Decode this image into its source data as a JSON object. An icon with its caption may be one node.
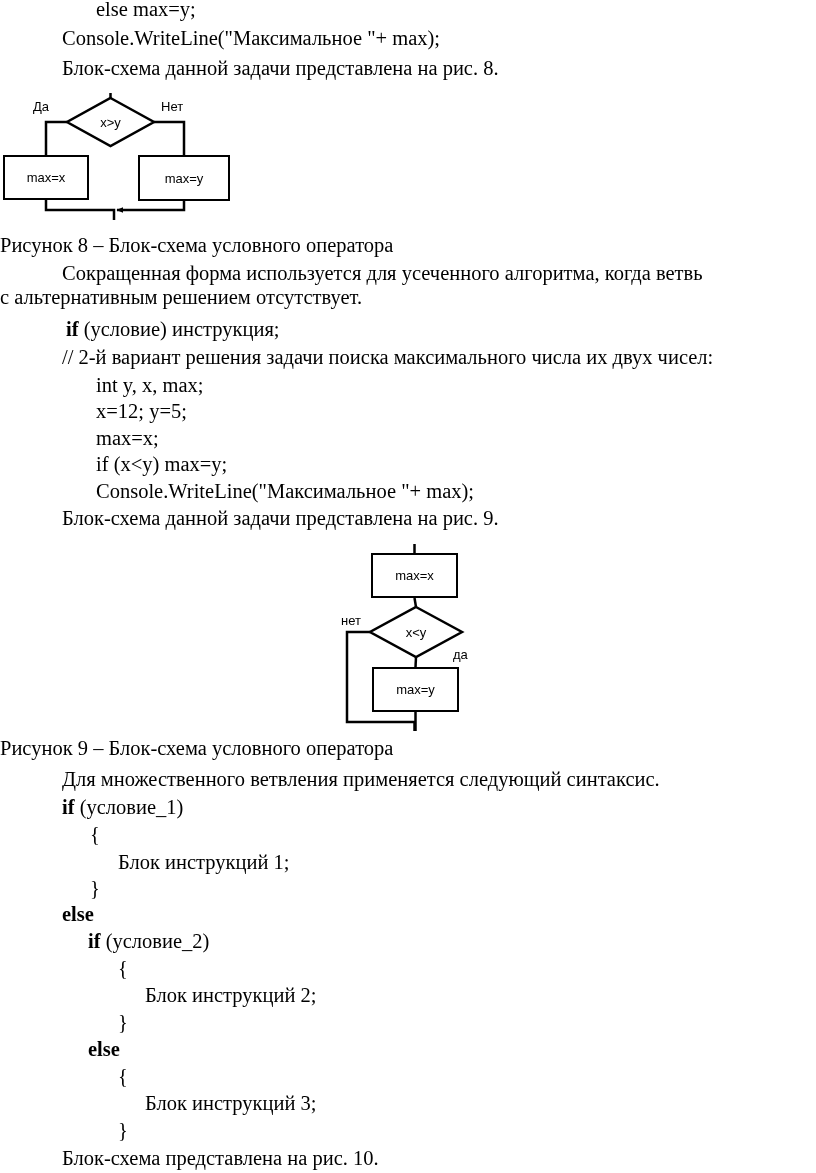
{
  "diagram": {
    "nodes": [
      {
        "text": [
          "x>y"
        ]
      },
      {
        "text": [
          "max=x"
        ]
      },
      {
        "text": [
          "max=y"
        ]
      },
      {
        "text": [
          "max=x"
        ]
      },
      {
        "text": [
          "x<y"
        ]
      },
      {
        "text": [
          "max=y"
        ]
      }
    ],
    "edges": [
      {
        "from": null,
        "to": 0,
        "arrow": "none"
      },
      {
        "from": 0,
        "to": 1,
        "arrow": "none",
        "label": "Да"
      },
      {
        "from": 0,
        "to": 2,
        "arrow": "none",
        "label": "Нет"
      },
      {
        "from": 1,
        "to": null,
        "arrow": "none"
      },
      {
        "from": 2,
        "to": null,
        "arrow": "to"
      },
      {
        "from": null,
        "to": 3,
        "arrow": "none"
      },
      {
        "from": 3,
        "to": 4,
        "arrow": "none"
      },
      {
        "from": 4,
        "to": 5,
        "arrow": "none",
        "label": "да"
      },
      {
        "from": 4,
        "to": null,
        "arrow": "none",
        "label": "нет"
      },
      {
        "from": 5,
        "to": null,
        "arrow": "none"
      }
    ],
    "labels": [
      "else max=y;",
      "Console.WriteLine(\"Максимальное \"+ max);",
      "Блок-схема данной задачи представлена на рис. 8.",
      "Рисунок 8 – Блок-схема условного оператора",
      "Сокращенная форма используется для усеченного алгоритма, когда ветвь с альтернативным решением отсутствует.",
      "**if** (условие) инструкция;",
      "// 2-й вариант решения задачи поиска максимального числа их двух чисел:",
      "int y, x, max;",
      "x=12; y=5;",
      "max=x;",
      "if (x<y) max=y;",
      "Console.WriteLine(\"Максимальное \"+ max);",
      "Блок-схема данной задачи представлена на рис. 9.",
      "Рисунок 9 – Блок-схема условного оператора",
      "Для множественного ветвления применяется следующий синтаксис.",
      "**if** (условие_1)",
      "{",
      "Блок инструкций 1;",
      "}",
      "**else**",
      "**if** (условие_2)",
      "{",
      "Блок инструкций 2;",
      "}",
      "**else**",
      "{",
      "Блок инструкций 3;",
      "}",
      "Блок-схема представлена на рис. 10."
    ]
  }
}
